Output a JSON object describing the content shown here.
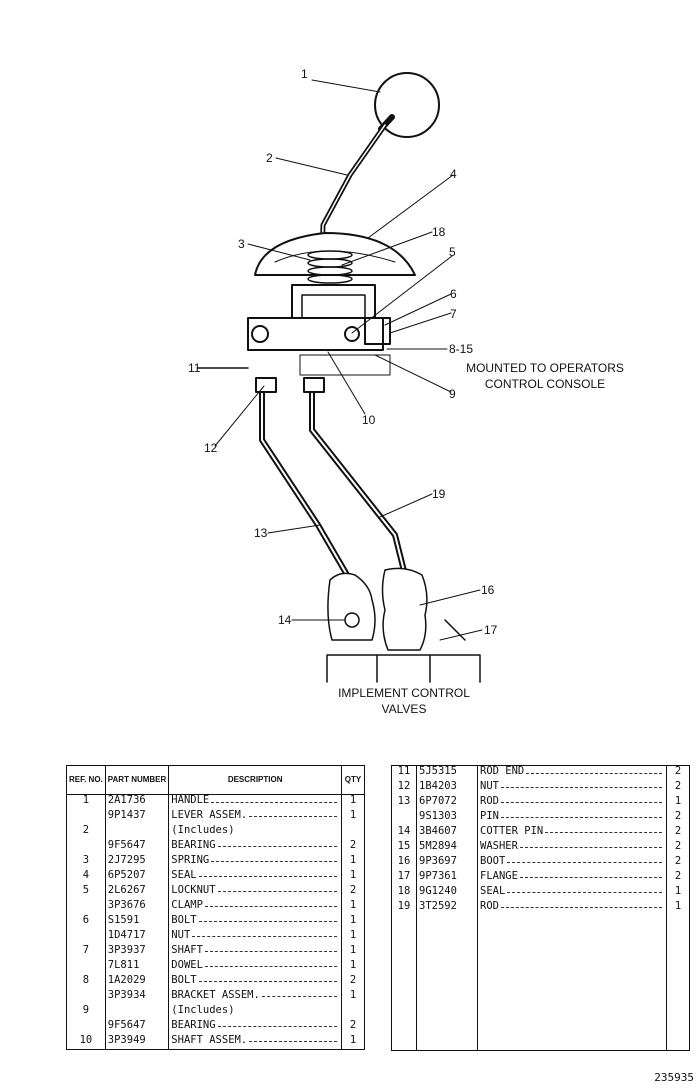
{
  "diagram": {
    "callouts": [
      "1",
      "2",
      "3",
      "4",
      "5",
      "6",
      "7",
      "8-15",
      "9",
      "10",
      "11",
      "12",
      "13",
      "14",
      "16",
      "17",
      "18",
      "19"
    ],
    "note_mounted": [
      "MOUNTED TO OPERATORS",
      "CONTROL CONSOLE"
    ],
    "note_valves": [
      "IMPLEMENT CONTROL",
      "VALVES"
    ]
  },
  "table_headers": {
    "ref": "REF. NO.",
    "part": "PART NUMBER",
    "desc": "DESCRIPTION",
    "qty": "QTY"
  },
  "parts_left": [
    {
      "ref": "1",
      "part": "2A1736",
      "desc": "HANDLE",
      "qty": "1"
    },
    {
      "ref": "",
      "part": "9P1437",
      "desc": "LEVER ASSEM.",
      "qty": "1"
    },
    {
      "ref": "2",
      "part": "",
      "desc": "(Includes)",
      "qty": ""
    },
    {
      "ref": "",
      "part": "9F5647",
      "desc": "BEARING",
      "qty": "2"
    },
    {
      "ref": "3",
      "part": "2J7295",
      "desc": "SPRING",
      "qty": "1"
    },
    {
      "ref": "4",
      "part": "6P5207",
      "desc": "SEAL",
      "qty": "1"
    },
    {
      "ref": "5",
      "part": "2L6267",
      "desc": "LOCKNUT",
      "qty": "2"
    },
    {
      "ref": "",
      "part": "3P3676",
      "desc": "CLAMP",
      "qty": "1"
    },
    {
      "ref": "6",
      "part": "S1591",
      "desc": "BOLT",
      "qty": "1"
    },
    {
      "ref": "",
      "part": "1D4717",
      "desc": "NUT",
      "qty": "1"
    },
    {
      "ref": "7",
      "part": "3P3937",
      "desc": "SHAFT",
      "qty": "1"
    },
    {
      "ref": "",
      "part": "7L811",
      "desc": "DOWEL",
      "qty": "1"
    },
    {
      "ref": "8",
      "part": "1A2029",
      "desc": "BOLT",
      "qty": "2"
    },
    {
      "ref": "",
      "part": "3P3934",
      "desc": "BRACKET ASSEM.",
      "qty": "1"
    },
    {
      "ref": "9",
      "part": "",
      "desc": "(Includes)",
      "qty": ""
    },
    {
      "ref": "",
      "part": "9F5647",
      "desc": "BEARING",
      "qty": "2"
    },
    {
      "ref": "10",
      "part": "3P3949",
      "desc": "SHAFT ASSEM.",
      "qty": "1"
    }
  ],
  "parts_right": [
    {
      "ref": "11",
      "part": "5J5315",
      "desc": "ROD END",
      "qty": "2"
    },
    {
      "ref": "12",
      "part": "1B4203",
      "desc": "NUT",
      "qty": "2"
    },
    {
      "ref": "13",
      "part": "6P7072",
      "desc": "ROD",
      "qty": "1"
    },
    {
      "ref": "",
      "part": "9S1303",
      "desc": "PIN",
      "qty": "2"
    },
    {
      "ref": "14",
      "part": "3B4607",
      "desc": "COTTER PIN",
      "qty": "2"
    },
    {
      "ref": "15",
      "part": "5M2894",
      "desc": "WASHER",
      "qty": "2"
    },
    {
      "ref": "16",
      "part": "9P3697",
      "desc": "BOOT",
      "qty": "2"
    },
    {
      "ref": "17",
      "part": "9P7361",
      "desc": "FLANGE",
      "qty": "2"
    },
    {
      "ref": "18",
      "part": "9G1240",
      "desc": "SEAL",
      "qty": "1"
    },
    {
      "ref": "19",
      "part": "3T2592",
      "desc": "ROD",
      "qty": "1"
    }
  ],
  "footer_number": "235935"
}
